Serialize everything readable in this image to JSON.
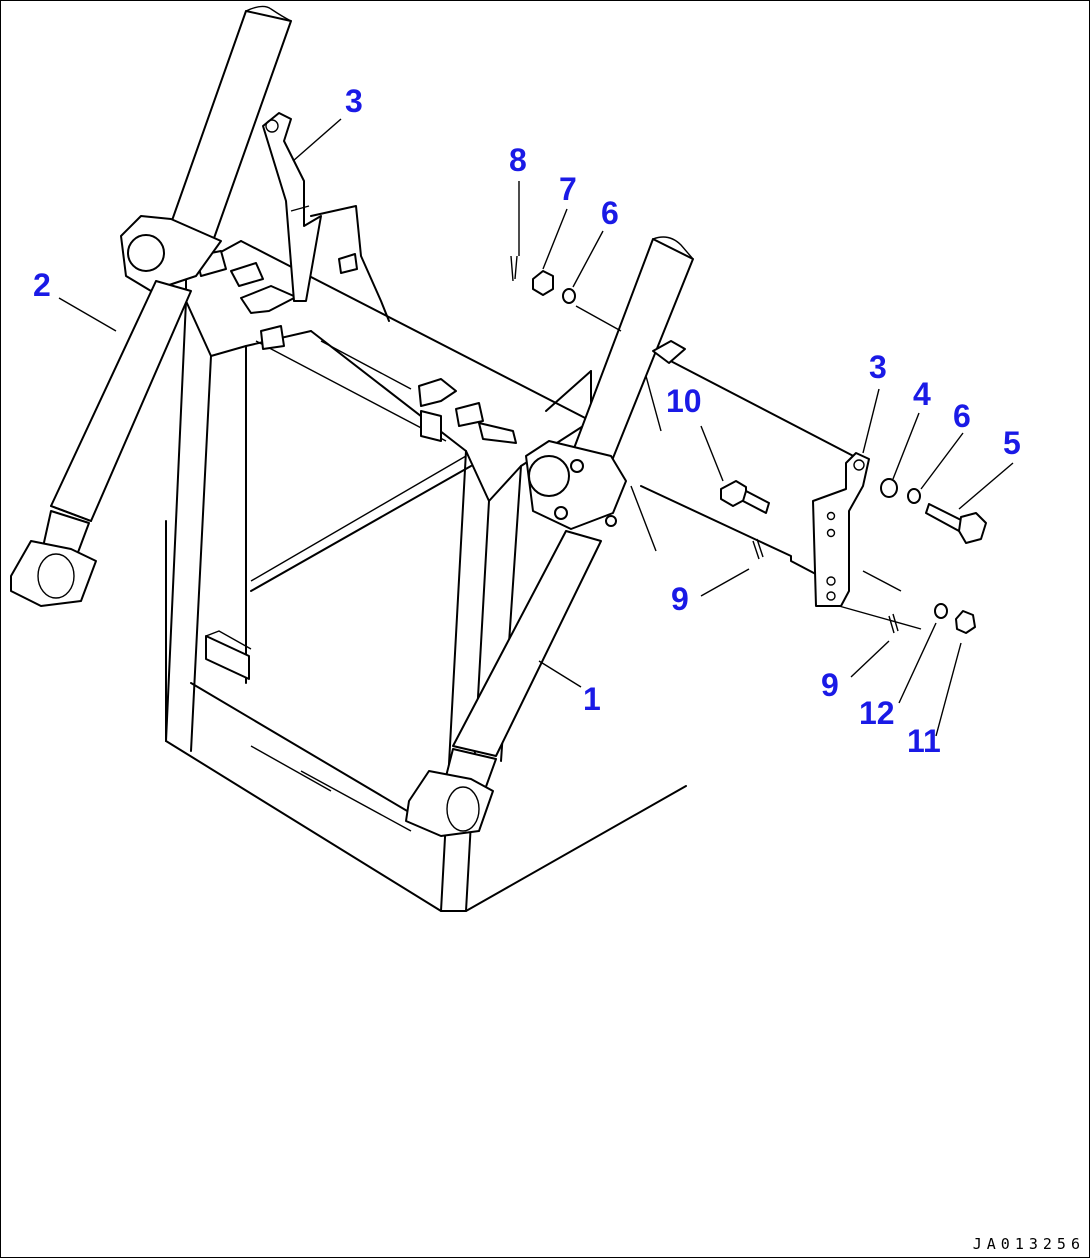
{
  "diagram": {
    "accent_color": "#1a1ae6",
    "callouts": [
      {
        "id": "c1",
        "label": "1"
      },
      {
        "id": "c2",
        "label": "2"
      },
      {
        "id": "c3a",
        "label": "3"
      },
      {
        "id": "c3b",
        "label": "3"
      },
      {
        "id": "c4",
        "label": "4"
      },
      {
        "id": "c5",
        "label": "5"
      },
      {
        "id": "c6a",
        "label": "6"
      },
      {
        "id": "c6b",
        "label": "6"
      },
      {
        "id": "c7",
        "label": "7"
      },
      {
        "id": "c8",
        "label": "8"
      },
      {
        "id": "c9a",
        "label": "9"
      },
      {
        "id": "c9b",
        "label": "9"
      },
      {
        "id": "c10",
        "label": "10"
      },
      {
        "id": "c11",
        "label": "11"
      },
      {
        "id": "c12",
        "label": "12"
      }
    ],
    "drawing_code": "JA013256"
  }
}
